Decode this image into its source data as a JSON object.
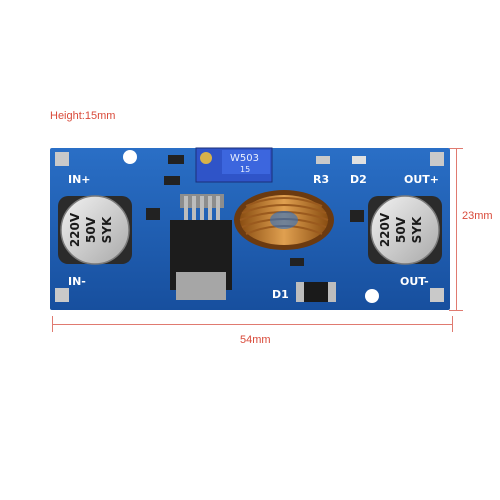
{
  "annotations": {
    "height": "Height:15mm",
    "width": "54mm",
    "depth": "23mm"
  },
  "board": {
    "in_plus": "IN+",
    "in_minus": "IN-",
    "out_plus": "OUT+",
    "out_minus": "OUT-",
    "r3": "R3",
    "d2": "D2",
    "d1": "D1",
    "pot_code": "W503",
    "pot_small": "15",
    "cap_left_line1": "220V",
    "cap_left_line2": "50V",
    "cap_left_line3": "SYK",
    "cap_right_line1": "220V",
    "cap_right_line2": "50V",
    "cap_right_line3": "SYK"
  },
  "colors": {
    "pcb_blue": "#1f5fb8",
    "annotation_red": "#d94a3a",
    "coil_copper": "#c97a2a"
  }
}
